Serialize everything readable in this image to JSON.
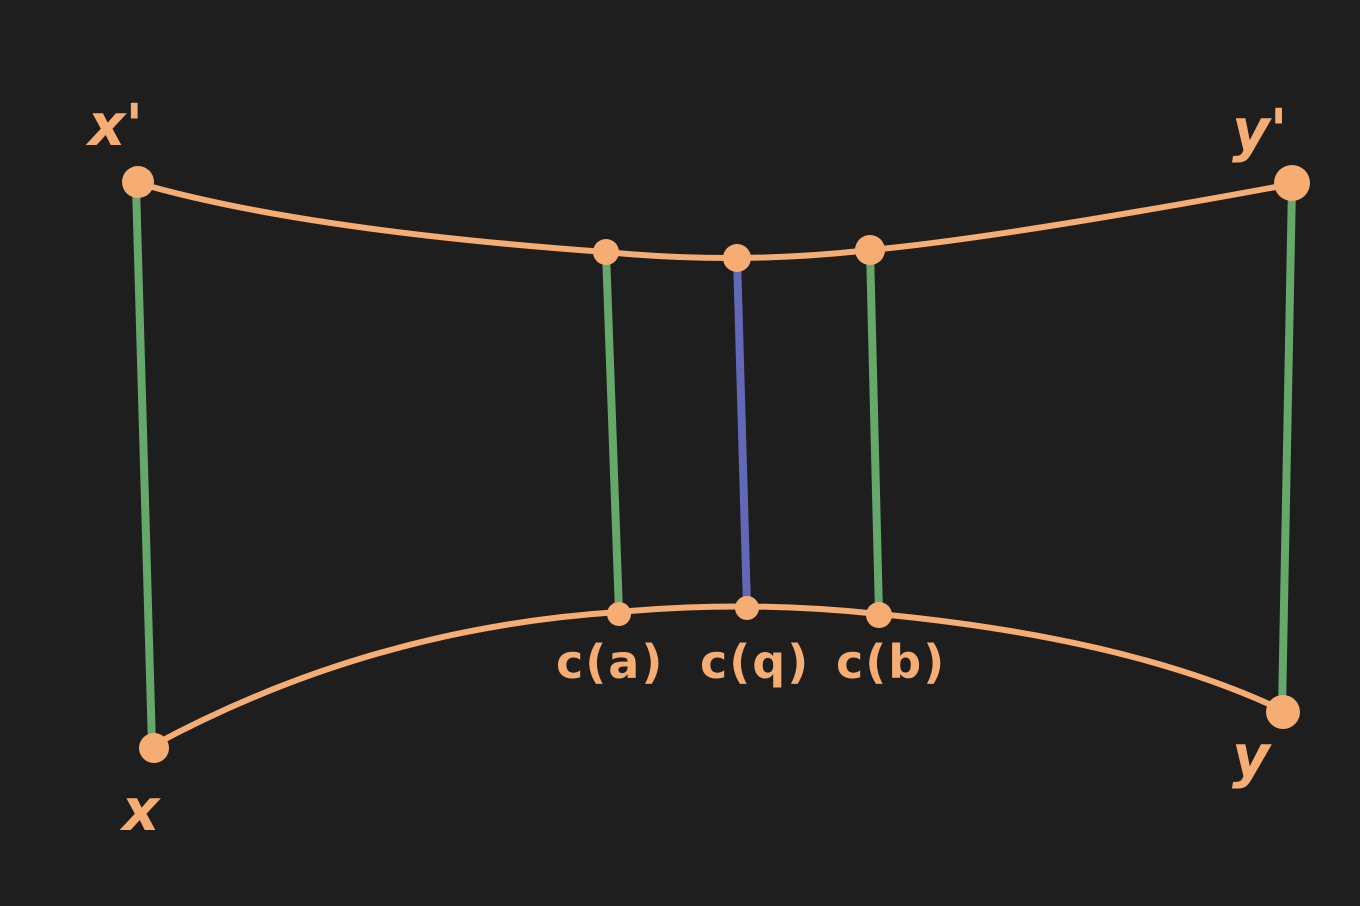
{
  "colors": {
    "background": "#1e1e1e",
    "curve": "#f5ad73",
    "vertical_green": "#66a86c",
    "vertical_blue": "#6268b8"
  },
  "labels": {
    "x_prime": "x'",
    "y_prime": "y'",
    "x": "x",
    "y": "y",
    "c_a": "c(a)",
    "c_q": "c(q)",
    "c_b": "c(b)"
  }
}
